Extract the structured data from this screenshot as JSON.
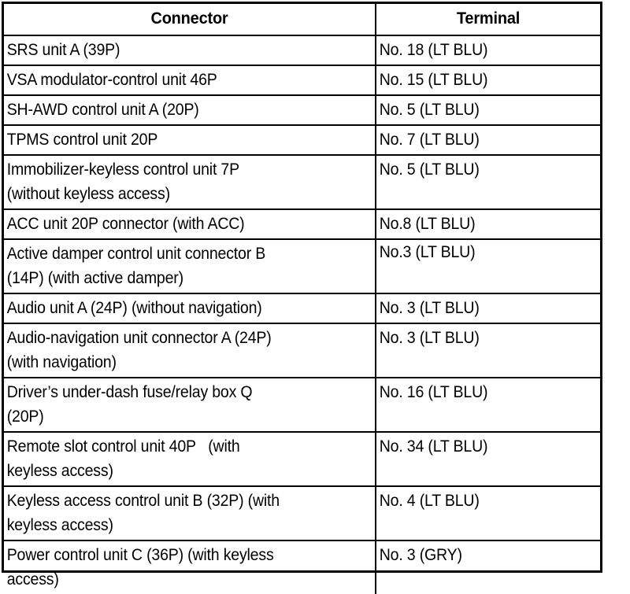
{
  "table": {
    "headers": {
      "connector": "Connector",
      "terminal": "Terminal"
    },
    "rows": [
      {
        "connector": "SRS unit A (39P)",
        "terminal": "No. 18 (LT BLU)",
        "terminal_align": "top"
      },
      {
        "connector": "VSA modulator-control unit 46P",
        "terminal": "No. 15 (LT BLU)",
        "terminal_align": "top"
      },
      {
        "connector": "SH-AWD control unit A (20P)",
        "terminal": "No. 5 (LT BLU)",
        "terminal_align": "top"
      },
      {
        "connector": "TPMS control unit 20P",
        "terminal": "No. 7 (LT BLU)",
        "terminal_align": "top"
      },
      {
        "connector": "Immobilizer-keyless control unit 7P\n(without keyless access)",
        "terminal": "No. 5 (LT BLU)",
        "terminal_align": "top"
      },
      {
        "connector": "ACC unit 20P connector (with ACC)",
        "terminal": "No.8 (LT BLU)",
        "terminal_align": "top"
      },
      {
        "connector": "Active damper control unit connector B\n(14P) (with active damper)",
        "terminal": "No.3 (LT BLU)",
        "terminal_align": "center"
      },
      {
        "connector": "Audio unit A (24P) (without navigation)",
        "terminal": "No. 3 (LT BLU)",
        "terminal_align": "top"
      },
      {
        "connector": "Audio-navigation unit connector A (24P)\n(with navigation)",
        "terminal": "No. 3 (LT BLU)",
        "terminal_align": "top"
      },
      {
        "connector": "Driver’s under-dash fuse/relay box Q\n(20P)",
        "terminal": "No. 16 (LT BLU)",
        "terminal_align": "top"
      },
      {
        "connector": "Remote slot control unit 40P   (with\nkeyless access)",
        "terminal": "No. 34 (LT BLU)",
        "terminal_align": "top"
      },
      {
        "connector": "Keyless access control unit B (32P) (with\nkeyless access)",
        "terminal": "No. 4 (LT BLU)",
        "terminal_align": "top"
      },
      {
        "connector": "Power control unit C (36P) (with keyless\naccess)",
        "terminal": "No. 3 (GRY)",
        "terminal_align": "top"
      }
    ]
  },
  "colors": {
    "border": "#000000",
    "text": "#000000",
    "background": "#ffffff"
  }
}
